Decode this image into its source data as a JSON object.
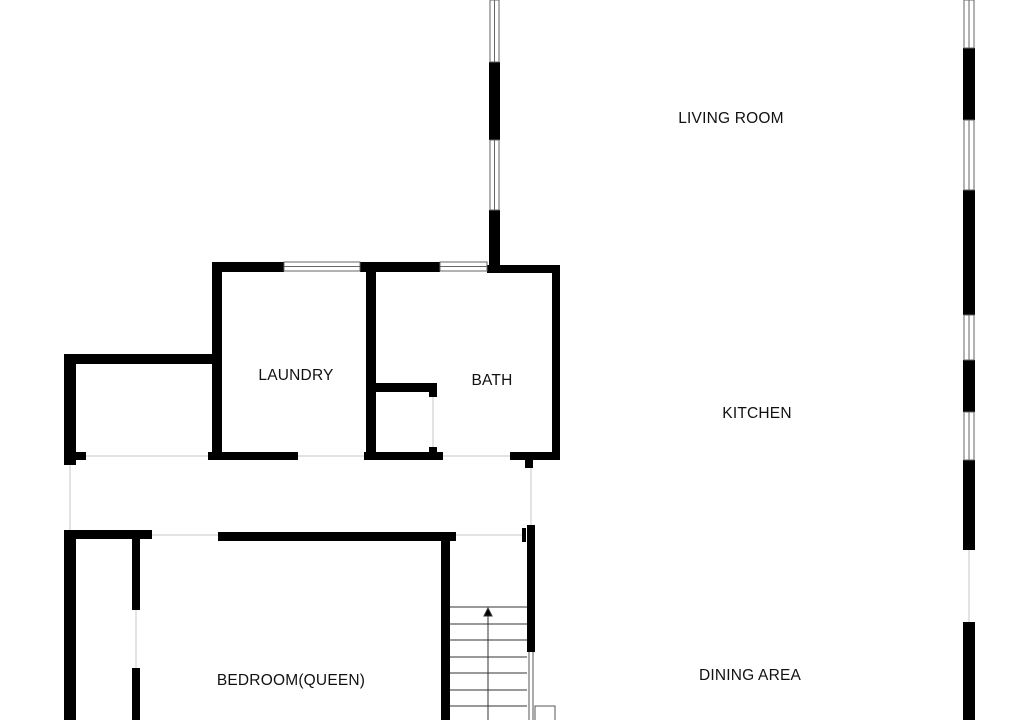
{
  "floor_plan": {
    "rooms": [
      {
        "id": "living-room",
        "label": "LIVING ROOM"
      },
      {
        "id": "kitchen",
        "label": "KITCHEN"
      },
      {
        "id": "dining-area",
        "label": "DINING AREA"
      },
      {
        "id": "laundry",
        "label": "LAUNDRY"
      },
      {
        "id": "bath",
        "label": "BATH"
      },
      {
        "id": "bedroom-queen",
        "label": "BEDROOM(QUEEN)"
      }
    ],
    "colors": {
      "wall": "#000000",
      "window": "#ffffff",
      "opening": "#e6e6e6"
    }
  }
}
